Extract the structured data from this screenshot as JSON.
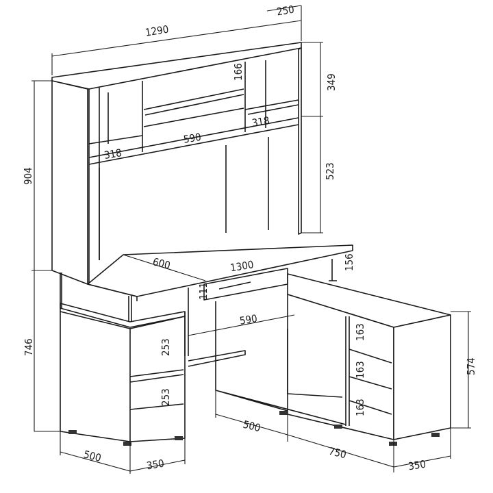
{
  "drawing": {
    "title": "Corner computer desk with hutch - dimensions (mm)",
    "dimensions": {
      "hutch_width": "1290",
      "hutch_depth": "250",
      "hutch_top_height": "349",
      "center_shelf_gap": "166",
      "right_shelf_width": "318",
      "center_shelf_width": "590",
      "left_shelf_width": "318",
      "hutch_lower_height": "523",
      "hutch_total_height": "904",
      "desk_depth": "600",
      "desk_width": "1300",
      "support_height": "156",
      "drawer_height": "111",
      "keyboard_shelf_width": "590",
      "desk_height": "746",
      "pedestal_shelf_upper": "253",
      "pedestal_shelf_lower": "253",
      "cabinet_shelf_1": "163",
      "cabinet_shelf_2": "163",
      "cabinet_shelf_3": "163",
      "cabinet_height": "574",
      "cabinet_door_width": "500",
      "cabinet_length": "750",
      "pedestal_depth": "500",
      "pedestal_width": "350",
      "cabinet_depth": "350"
    }
  }
}
